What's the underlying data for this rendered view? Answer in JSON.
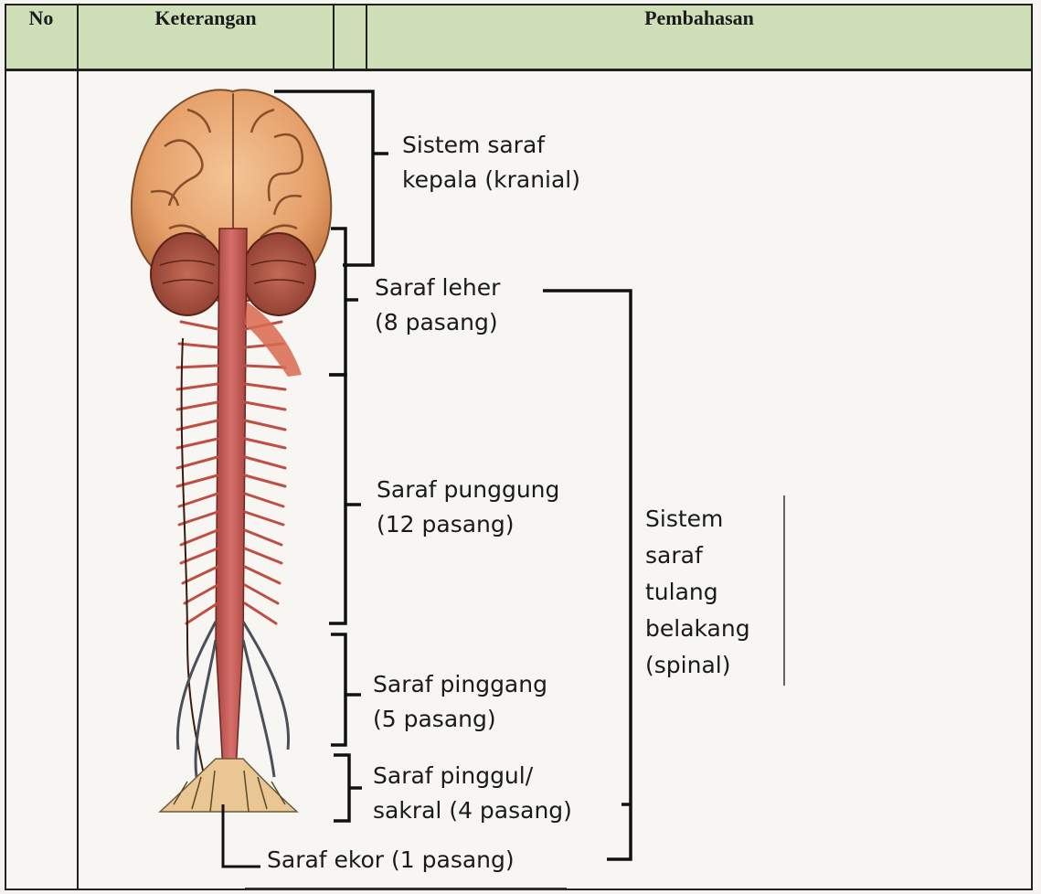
{
  "table": {
    "headers": {
      "no": "No",
      "keterangan": "Keterangan",
      "pembahasan": "Pembahasan"
    }
  },
  "diagram": {
    "labels": {
      "kranial_line1": "Sistem saraf",
      "kranial_line2": "kepala (kranial)",
      "leher_line1": "Saraf leher",
      "leher_line2": "(8 pasang)",
      "punggung_line1": "Saraf punggung",
      "punggung_line2": "(12 pasang)",
      "pinggang_line1": "Saraf pinggang",
      "pinggang_line2": "(5 pasang)",
      "pinggul_line1": "Saraf pinggul/",
      "pinggul_line2": "sakral (4 pasang)",
      "ekor": "Saraf ekor (1 pasang)",
      "spinal_line1": "Sistem",
      "spinal_line2": "saraf",
      "spinal_line3": "tulang",
      "spinal_line4": "belakang",
      "spinal_line5": "(spinal)"
    }
  }
}
